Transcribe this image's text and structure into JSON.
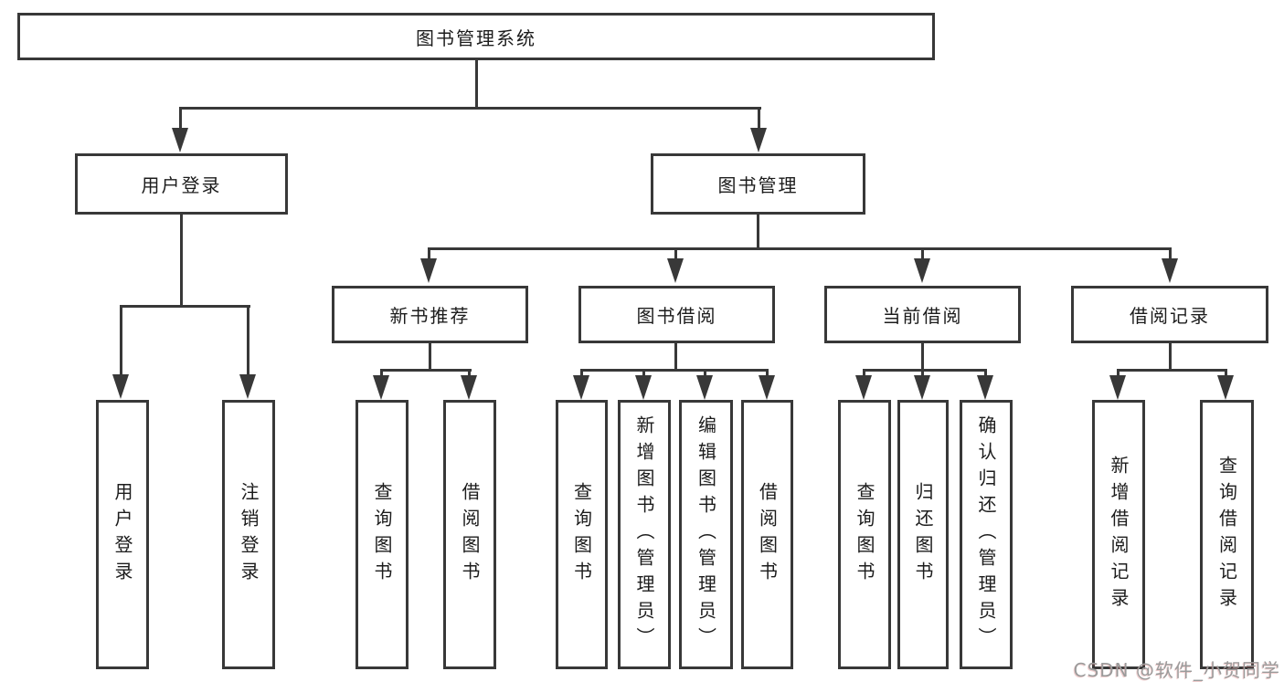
{
  "diagram": {
    "type": "hierarchy-tree",
    "root": {
      "label": "图书管理系统"
    },
    "branches": [
      {
        "label": "用户登录",
        "children": [
          "用户登录",
          "注销登录"
        ]
      },
      {
        "label": "图书管理",
        "children": [
          {
            "label": "新书推荐",
            "children": [
              "查询图书",
              "借阅图书"
            ]
          },
          {
            "label": "图书借阅",
            "children": [
              "查询图书",
              "新增图书（管理员）",
              "编辑图书（管理员）",
              "借阅图书"
            ]
          },
          {
            "label": "当前借阅",
            "children": [
              "查询图书",
              "归还图书",
              "确认归还（管理员）"
            ]
          },
          {
            "label": "借阅记录",
            "children": [
              "新增借阅记录",
              "查询借阅记录"
            ]
          }
        ]
      }
    ],
    "watermark": "CSDN @软件_小贺同学",
    "colors": {
      "line": "#383838",
      "text": "#1c1c1c",
      "background": "#ffffff",
      "watermark": "#9b9b9b"
    }
  }
}
